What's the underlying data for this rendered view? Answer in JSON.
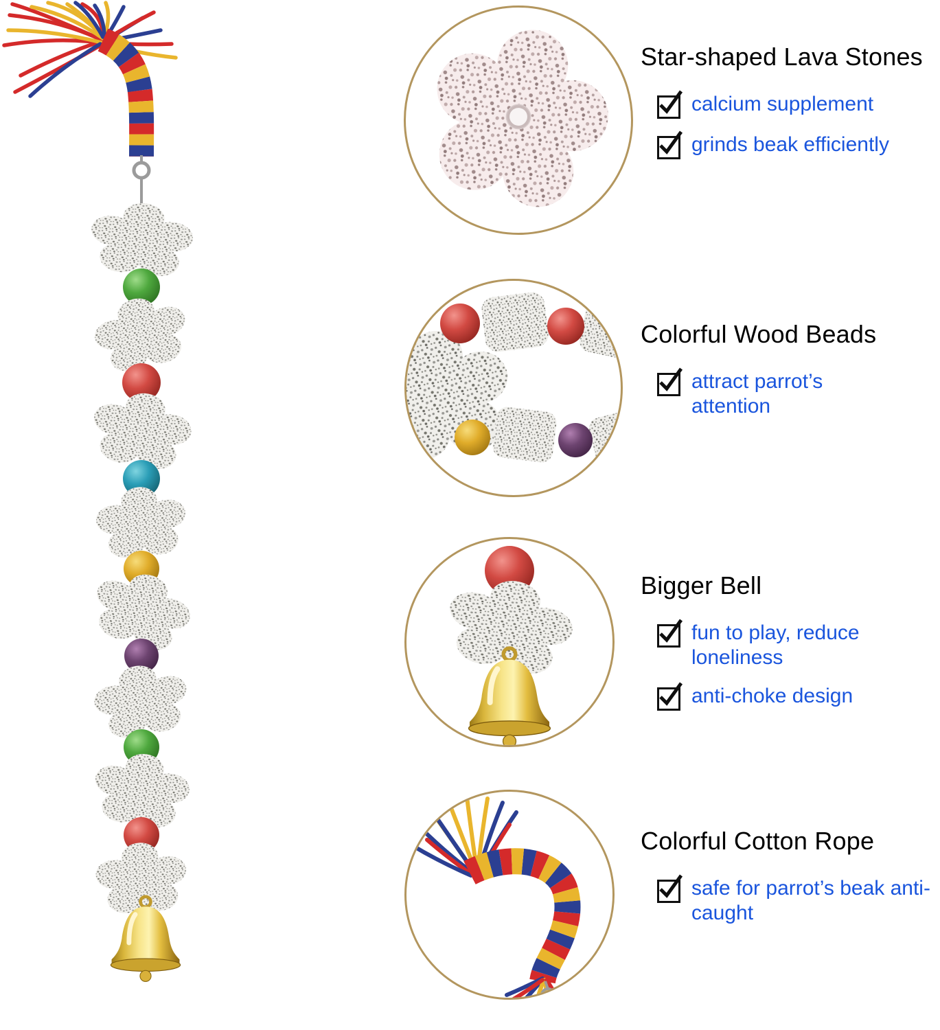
{
  "sections": [
    {
      "heading": "Star-shaped Lava Stones",
      "items": [
        "calcium supplement",
        "grinds beak efficiently"
      ]
    },
    {
      "heading": "Colorful Wood Beads",
      "items": [
        "attract parrot’s attention"
      ]
    },
    {
      "heading": "Bigger Bell",
      "items": [
        "fun to play, reduce loneliness",
        "anti-choke design"
      ]
    },
    {
      "heading": "Colorful Cotton Rope",
      "items": [
        "safe for parrot’s beak anti-caught"
      ]
    }
  ],
  "colors": {
    "item_text": "#1a55dd",
    "heading_text": "#000000",
    "circle_border": "#b3965e",
    "stone": "#f0efeb",
    "stone_pink": "#f7eded",
    "bead_green": "#4ea83e",
    "bead_red": "#d24a43",
    "bead_teal": "#2a9db6",
    "bead_yellow": "#e0ac2a",
    "bead_purple": "#6d4470",
    "bell_gold": "#e9c84f",
    "rope_red": "#d42a2a",
    "rope_blue": "#2b3f92",
    "rope_yellow": "#e9b52d"
  },
  "icons": {
    "check": "checkmark-icon"
  }
}
